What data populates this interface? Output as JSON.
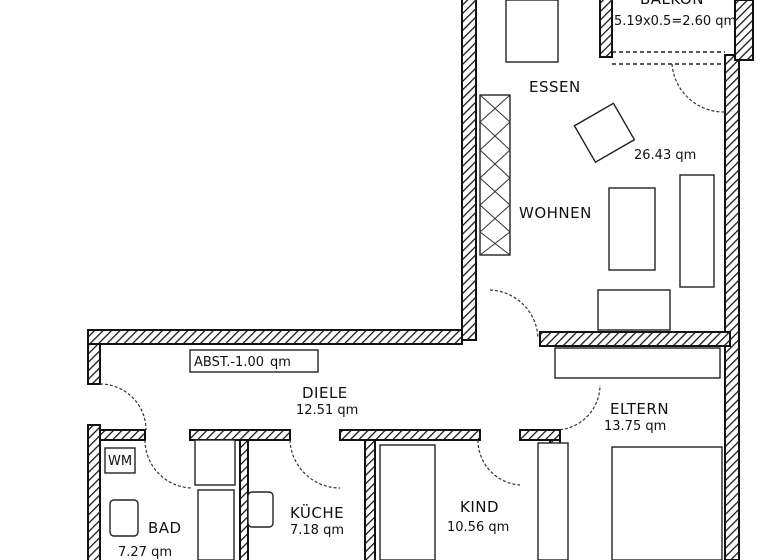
{
  "plan": {
    "balkon": {
      "name": "BALKON",
      "area": "5.19x0.5=2.60 qm"
    },
    "wohnen": {
      "essen_label": "ESSEN",
      "name": "WOHNEN",
      "area": "26.43 qm"
    },
    "abst": {
      "name": "ABST.-1.00",
      "unit": "qm"
    },
    "diele": {
      "name": "DIELE",
      "area": "12.51 qm"
    },
    "eltern": {
      "name": "ELTERN",
      "area": "13.75 qm"
    },
    "kueche": {
      "name": "KÜCHE",
      "area": "7.18 qm"
    },
    "kind": {
      "name": "KIND",
      "area": "10.56 qm"
    },
    "bad": {
      "name": "BAD",
      "area": "7.27 qm",
      "wm_label": "WM"
    }
  }
}
